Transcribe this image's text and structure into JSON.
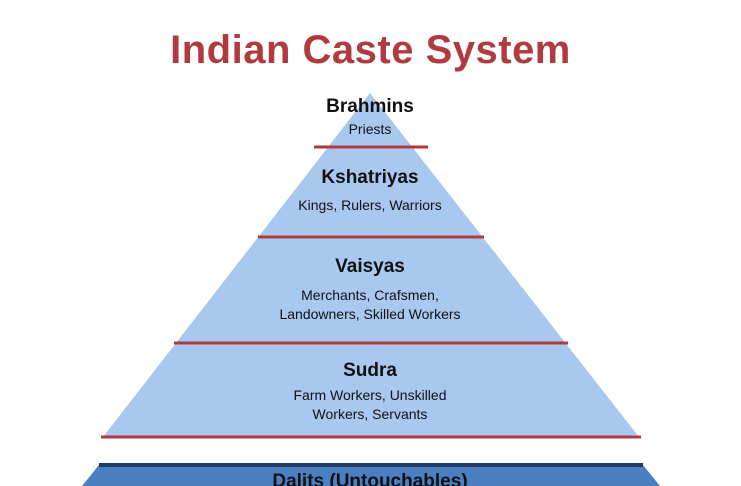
{
  "title": "Indian Caste System",
  "colors": {
    "title": "#b03a3e",
    "pyramid_fill": "#a8c8f0",
    "divider": "#b03a3e",
    "dalits_fill": "#4a7fc1",
    "dalits_border": "#1e3b66",
    "text": "#111111"
  },
  "tiers": [
    {
      "name": "Brahmins",
      "description": "Priests"
    },
    {
      "name": "Kshatriyas",
      "description": "Kings, Rulers, Warriors"
    },
    {
      "name": "Vaisyas",
      "description": "Merchants, Crafsmen, Landowners, Skilled Workers"
    },
    {
      "name": "Sudra",
      "description": "Farm Workers, Unskilled Workers, Servants"
    }
  ],
  "dalits": {
    "name": "Dalits (Untouchables)"
  }
}
